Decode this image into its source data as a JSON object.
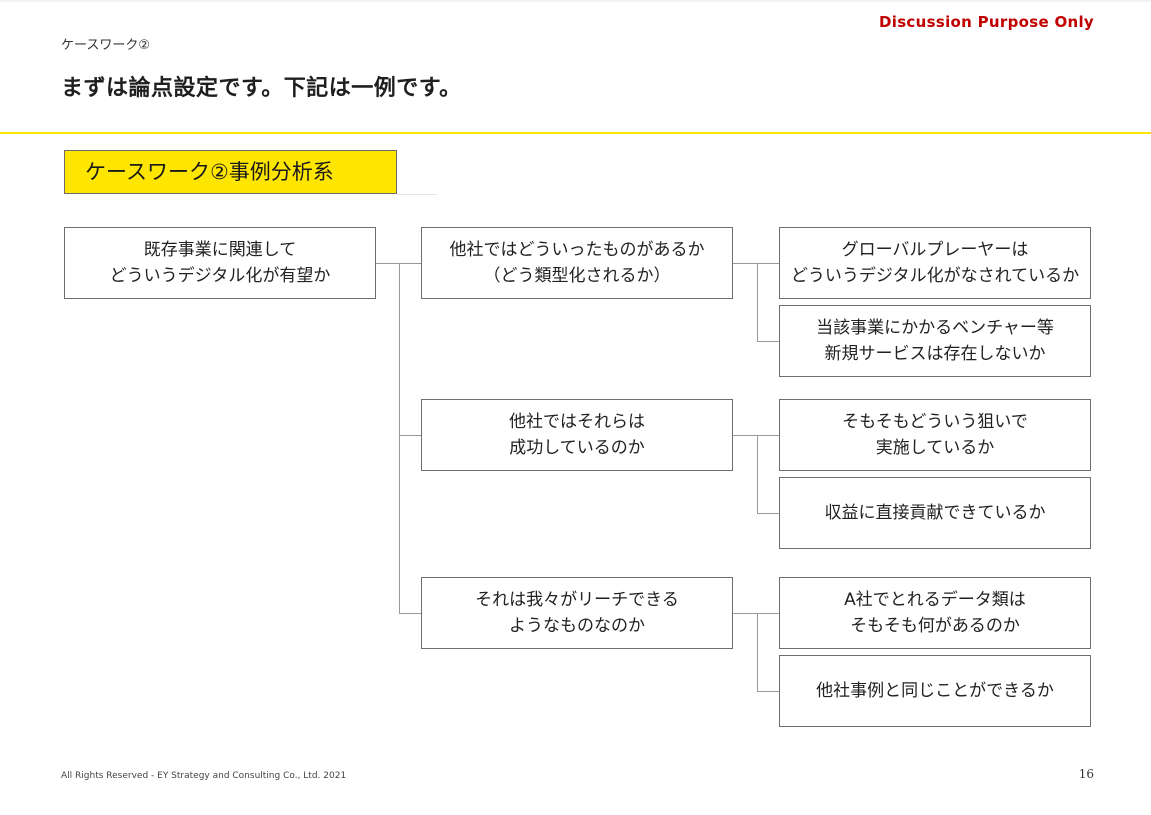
{
  "header": {
    "breadcrumb": "ケースワーク②",
    "notice": "Discussion Purpose Only",
    "title": "まずは論点設定です。下記は一例です。"
  },
  "section": {
    "label": "ケースワーク②事例分析系"
  },
  "tree": {
    "root": {
      "line1": "既存事業に関連して",
      "line2": "どういうデジタル化が有望か"
    },
    "branches": [
      {
        "line1": "他社ではどういったものがあるか",
        "line2": "（どう類型化されるか）",
        "leaves": [
          {
            "line1": "グローバルプレーヤーは",
            "line2": "どういうデジタル化がなされているか"
          },
          {
            "line1": "当該事業にかかるベンチャー等",
            "line2": "新規サービスは存在しないか"
          }
        ]
      },
      {
        "line1": "他社ではそれらは",
        "line2": "成功しているのか",
        "leaves": [
          {
            "line1": "そもそもどういう狙いで",
            "line2": "実施しているか"
          },
          {
            "line1": "収益に直接貢献できているか"
          }
        ]
      },
      {
        "line1": "それは我々がリーチできる",
        "line2": "ようなものなのか",
        "leaves": [
          {
            "line1": "A社でとれるデータ類は",
            "line2": "そもそも何があるのか"
          },
          {
            "line1": "他社事例と同じことができるか"
          }
        ]
      }
    ]
  },
  "footer": {
    "copyright": "All Rights Reserved - EY Strategy and Consulting Co., Ltd.  2021",
    "page_number": "16"
  }
}
